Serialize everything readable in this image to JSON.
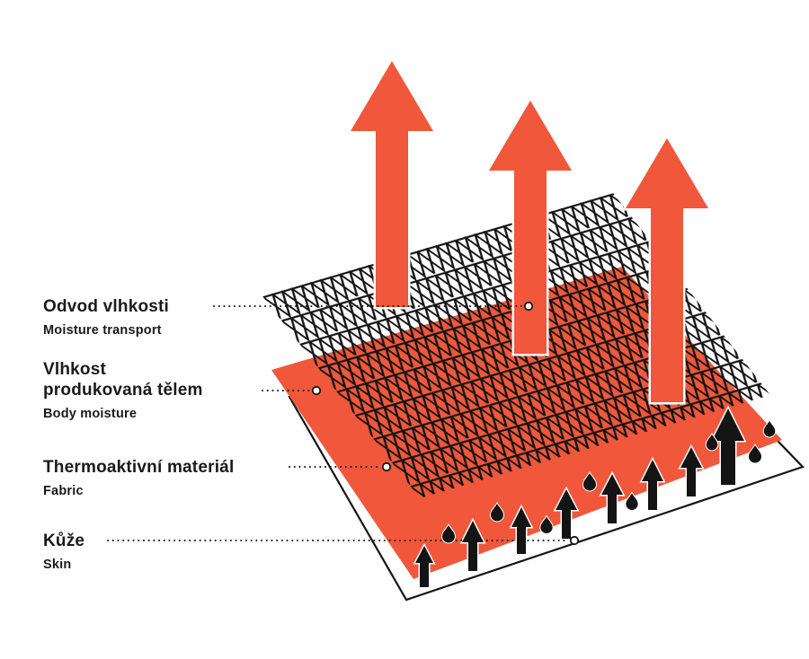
{
  "page": {
    "background": "#FFFFFF"
  },
  "colors": {
    "accent": "#F0573B",
    "ink": "#141414",
    "text": "#1A1A1A"
  },
  "labels": {
    "moisture": {
      "cz": "Odvod vlhkosti",
      "en": "Moisture transport"
    },
    "body": {
      "cz_line1": "Vlhkost",
      "cz_line2": "produkovaná tělem",
      "en": "Body moisture"
    },
    "fabric": {
      "cz": "Thermoaktivní materiál",
      "en": "Fabric"
    },
    "skin": {
      "cz": "Kůže",
      "en": "Skin"
    }
  },
  "icons": {
    "up_arrow": "up-arrow-icon",
    "droplet": "droplet-icon",
    "leader_dot": "leader-circle-marker"
  }
}
